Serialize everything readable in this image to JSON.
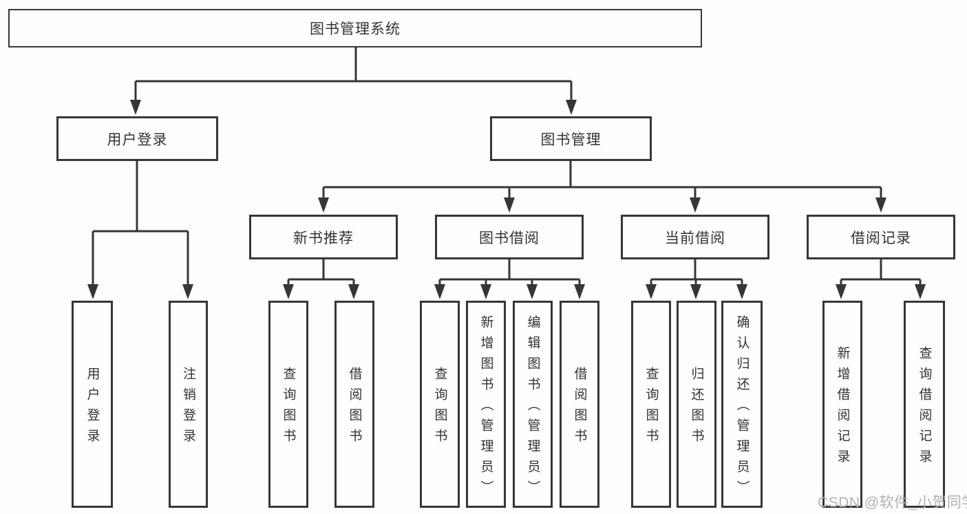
{
  "diagram": {
    "title_note": "functional structure tree of a library management system",
    "root": "图书管理系统",
    "user_login": {
      "label": "用户登录",
      "children": [
        "用户登录",
        "注销登录"
      ]
    },
    "book_mgmt": {
      "label": "图书管理",
      "sections": [
        {
          "label": "新书推荐",
          "children": [
            "查询图书",
            "借阅图书"
          ]
        },
        {
          "label": "图书借阅",
          "children": [
            "查询图书",
            "新增图书（管理员）",
            "编辑图书（管理员）",
            "借阅图书"
          ]
        },
        {
          "label": "当前借阅",
          "children": [
            "查询图书",
            "归还图书",
            "确认归还（管理员）"
          ]
        },
        {
          "label": "借阅记录",
          "children": [
            "新增借阅记录",
            "查询借阅记录"
          ]
        }
      ]
    }
  },
  "watermark": "CSDN @软件_小贺同学",
  "colors": {
    "line": "#363636",
    "box_border": "#363636",
    "text": "#333333",
    "watermark": "#b0b0b0",
    "background": "#fdfdfd"
  }
}
